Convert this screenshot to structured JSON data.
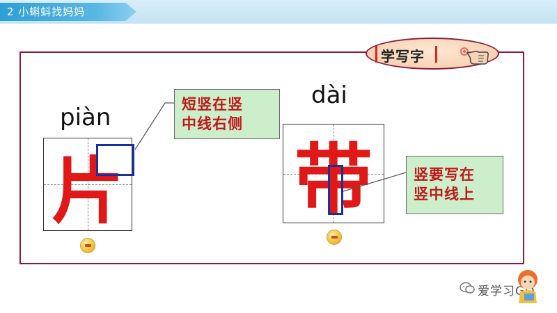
{
  "header": {
    "lesson_title": "2 小蝌蚪找妈妈"
  },
  "badge": {
    "label": "学写字",
    "icon": "pointing-hand-icon"
  },
  "characters": [
    {
      "pinyin": "piàn",
      "char": "片",
      "tip_line1": "短竖在竖",
      "tip_line2": "中线右侧"
    },
    {
      "pinyin": "dài",
      "char": "带",
      "tip_line1": "竖要写在",
      "tip_line2": "竖中线上"
    }
  ],
  "watermark": {
    "text": "爱学习GO",
    "icon": "wechat-icon"
  },
  "colors": {
    "frame": "#8b1a3a",
    "character": "#e01818",
    "highlight_box": "#1a2fa0",
    "callout_bg": "#cdeecb",
    "callout_text": "#c01818",
    "banner": "#2f9fd6"
  }
}
